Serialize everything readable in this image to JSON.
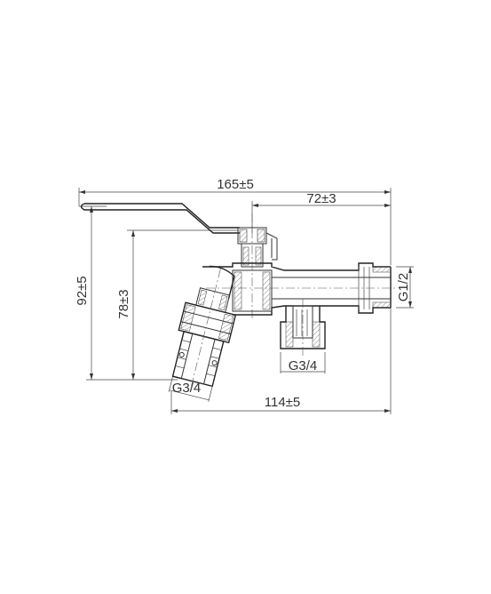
{
  "dimensions": {
    "overall_length": "165±5",
    "spindle_offset": "72±3",
    "overall_height": "92±5",
    "outlet_height": "78±3",
    "body_length": "114±5"
  },
  "threads": {
    "inlet": "G1/2",
    "side_outlet": "G3/4",
    "bottom_outlet": "G3/4"
  },
  "colors": {
    "line": "#333333",
    "background": "#ffffff"
  }
}
